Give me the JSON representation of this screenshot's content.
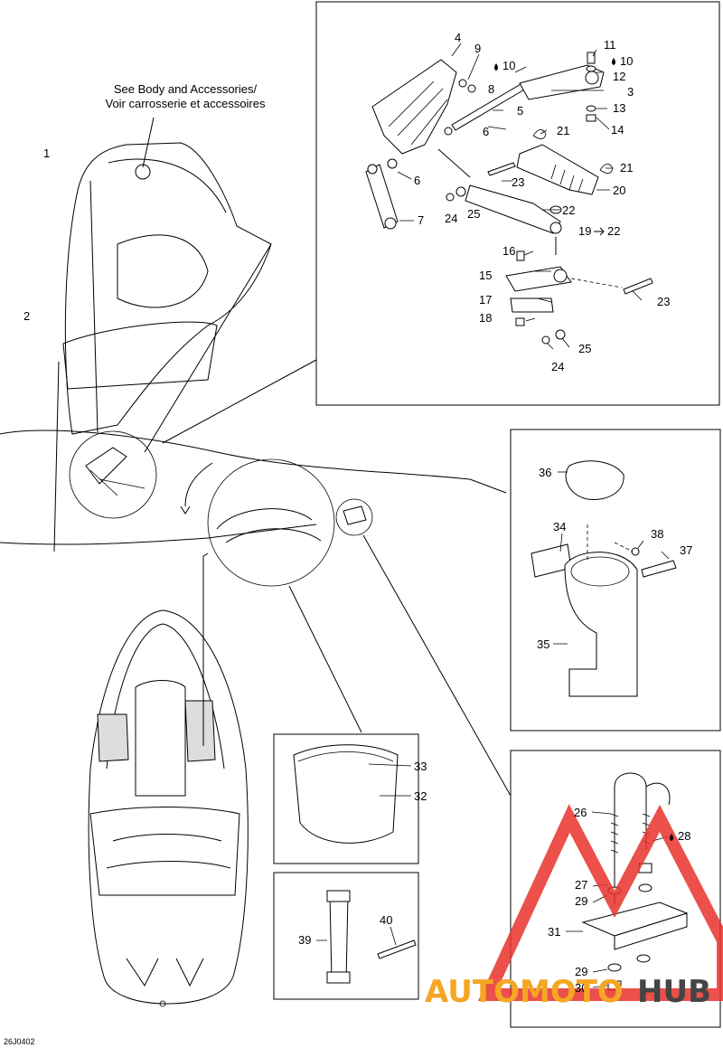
{
  "note": {
    "line1": "See Body and Accessories/",
    "line2": "Voir carrosserie et accessoires"
  },
  "drawing_code": "26J0402",
  "watermark": {
    "word1": "AUTOMOTO",
    "word2": "HUB",
    "color_primary": "#e8312a",
    "color_secondary": "#f5a623",
    "color_dark": "#444444"
  },
  "callouts": {
    "c1": "1",
    "c2": "2",
    "c3": "3",
    "c4": "4",
    "c5": "5",
    "c6a": "6",
    "c6b": "6",
    "c7": "7",
    "c8": "8",
    "c9": "9",
    "c10a": "10",
    "c10b": "10",
    "c11": "11",
    "c12": "12",
    "c13": "13",
    "c14": "14",
    "c15": "15",
    "c16": "16",
    "c17": "17",
    "c18": "18",
    "c19": "19",
    "c20": "20",
    "c21a": "21",
    "c21b": "21",
    "c22a": "22",
    "c22b": "22",
    "c23a": "23",
    "c23b": "23",
    "c24a": "24",
    "c24b": "24",
    "c25a": "25",
    "c25b": "25",
    "c26": "26",
    "c27": "27",
    "c28": "28",
    "c29a": "29",
    "c29b": "29",
    "c30": "30",
    "c31": "31",
    "c32": "32",
    "c33": "33",
    "c34": "34",
    "c35": "35",
    "c36": "36",
    "c37": "37",
    "c38": "38",
    "c39": "39",
    "c40": "40"
  }
}
